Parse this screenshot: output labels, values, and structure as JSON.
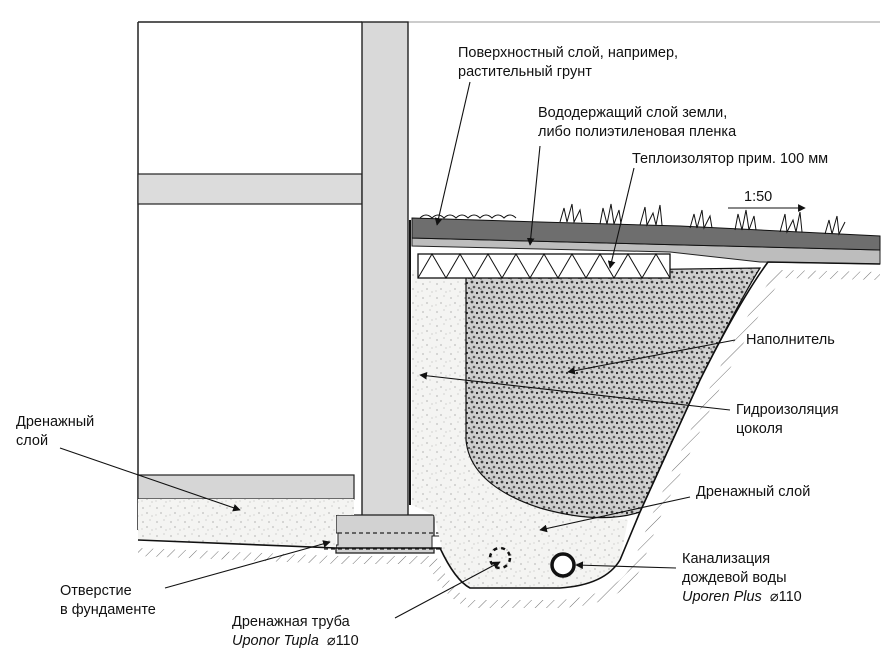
{
  "labels": {
    "surface_layer": [
      "Поверхностный слой, например,",
      "растительный грунт"
    ],
    "water_retaining": [
      "Вододержащий слой земли,",
      "либо полиэтиленовая пленка"
    ],
    "insulator": "Теплоизолятор прим. 100 мм",
    "scale": "1:50",
    "filler": "Наполнитель",
    "plinth_waterproofing": [
      "Гидроизоляция",
      "цоколя"
    ],
    "drainage_layer_left": [
      "Дренажный",
      "слой"
    ],
    "drainage_layer_right": "Дренажный слой",
    "foundation_hole": [
      "Отверстие",
      "в фундаменте"
    ],
    "drain_pipe": {
      "line1": "Дренажная труба",
      "product": "Uponor Tupla",
      "diameter": "⌀110"
    },
    "storm_sewer": {
      "line1": "Канализация",
      "line2": "дождевой воды",
      "product": "Uporen Plus",
      "diameter": "⌀110"
    }
  }
}
